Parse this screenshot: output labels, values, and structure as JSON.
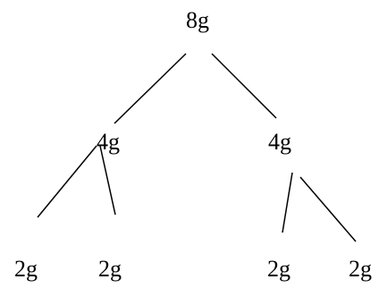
{
  "tree": {
    "root": {
      "label": "8g"
    },
    "level1": [
      {
        "label": "4g"
      },
      {
        "label": "4g"
      }
    ],
    "level2": [
      {
        "label": "2g"
      },
      {
        "label": "2g"
      },
      {
        "label": "2g"
      },
      {
        "label": "2g"
      }
    ]
  }
}
